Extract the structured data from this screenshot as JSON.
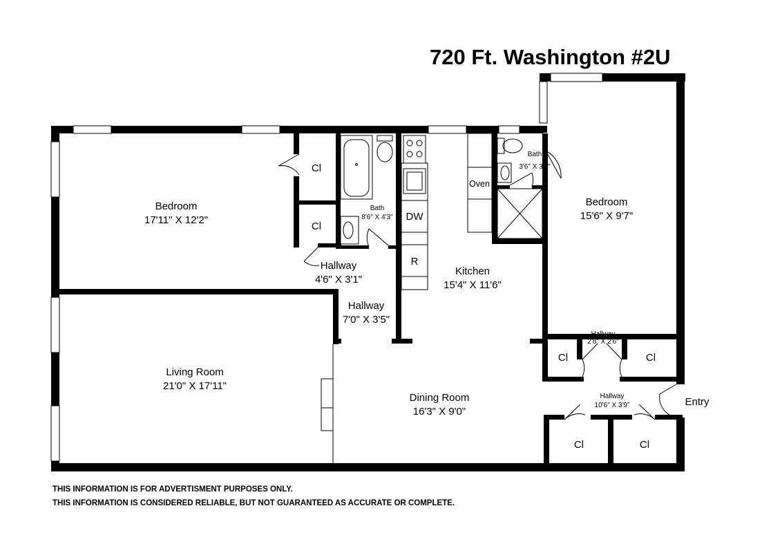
{
  "title": "720 Ft. Washington #2U",
  "rooms": {
    "bedroom_left": {
      "name": "Bedroom",
      "size": "17'11\" X 12'2\""
    },
    "living_room": {
      "name": "Living Room",
      "size": "21'0\" X 17'11\""
    },
    "hallway_a": {
      "name": "Hallway",
      "size": "4'6\" X 3'1\""
    },
    "hallway_b": {
      "name": "Hallway",
      "size": "7'0\" X 3'5\""
    },
    "bath_left": {
      "name": "Bath",
      "size": "8'6\" X 4'3\""
    },
    "kitchen": {
      "name": "Kitchen",
      "size": "15'4\" X 11'6\""
    },
    "dining_room": {
      "name": "Dining Room",
      "size": "16'3\" X 9'0\""
    },
    "bath_right": {
      "name": "Bath",
      "size": "3'6\" X 3'4\""
    },
    "bedroom_right": {
      "name": "Bedroom",
      "size": "15'6\" X 9'7\""
    },
    "hallway_c": {
      "name": "Hallway",
      "size": "2'8\" X 2'6\""
    },
    "hallway_d": {
      "name": "Hallway",
      "size": "10'6\" X 3'9\""
    },
    "entry": {
      "name": "Entry"
    }
  },
  "labels": {
    "closet": "Cl",
    "oven": "Oven",
    "dishwasher": "DW",
    "refrigerator": "R"
  },
  "disclaimer": [
    "THIS INFORMATION IS FOR ADVERTISMENT PURPOSES ONLY.",
    "THIS INFORMATION IS CONSIDERED RELIABLE, BUT NOT GUARANTEED AS ACCURATE OR COMPLETE."
  ]
}
